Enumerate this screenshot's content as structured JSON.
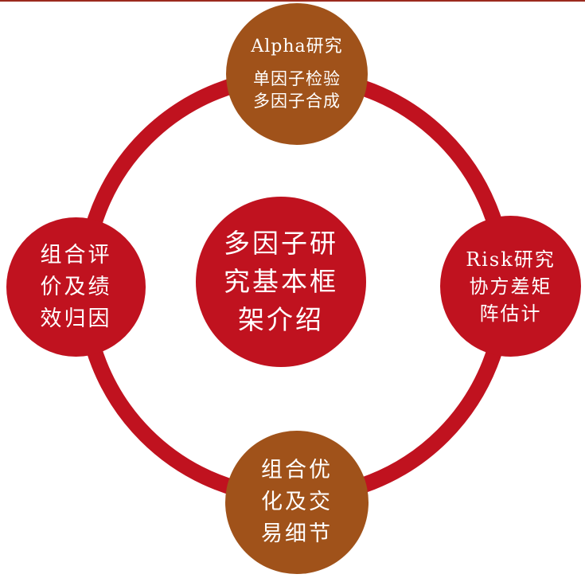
{
  "colors": {
    "ring_red": "#c0121f",
    "node_red": "#c0121f",
    "node_brown": "#a0521a",
    "top_rule": "#9b2a1e",
    "text": "#ffffff"
  },
  "center": {
    "lines": [
      "多因子研",
      "究基本框",
      "架介绍"
    ]
  },
  "nodes": {
    "top": {
      "title": "Alpha研究",
      "lines": [
        "单因子检验",
        "多因子合成"
      ]
    },
    "right": {
      "lines": [
        "Risk研究",
        "协方差矩",
        "阵估计"
      ]
    },
    "bottom": {
      "lines": [
        "组合优",
        "化及交",
        "易细节"
      ]
    },
    "left": {
      "lines": [
        "组合评",
        "价及绩",
        "效归因"
      ]
    }
  }
}
